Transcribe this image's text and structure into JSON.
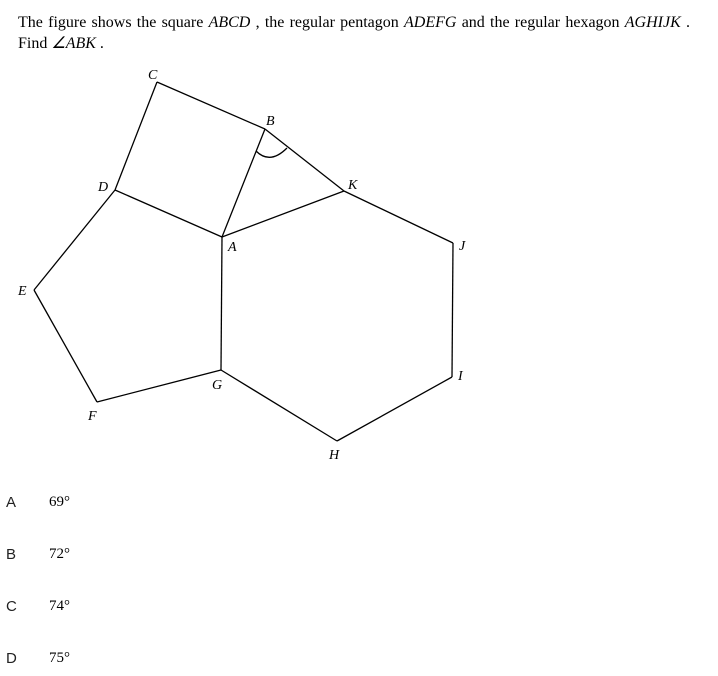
{
  "question": {
    "t1": "The figure shows the square ",
    "sq": "ABCD",
    "t2": " , the regular pentagon ",
    "pent": "ADEFG",
    "t3": " and the regular hexagon ",
    "hex": "AGHIJK",
    "t4": " . Find ",
    "angle": "∠ABK",
    "t5": " ."
  },
  "figure": {
    "labels": {
      "A": "A",
      "B": "B",
      "C": "C",
      "D": "D",
      "E": "E",
      "F": "F",
      "G": "G",
      "H": "H",
      "I": "I",
      "J": "J",
      "K": "K"
    }
  },
  "options": [
    {
      "letter": "A",
      "value": "69°"
    },
    {
      "letter": "B",
      "value": "72°"
    },
    {
      "letter": "C",
      "value": "74°"
    },
    {
      "letter": "D",
      "value": "75°"
    }
  ]
}
